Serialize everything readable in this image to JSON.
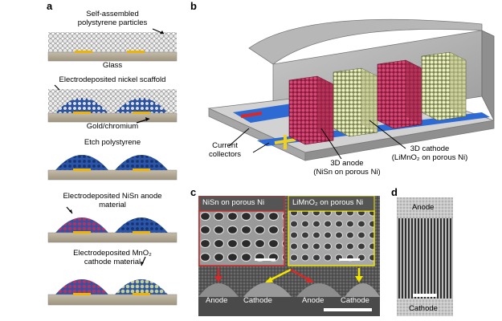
{
  "panels": {
    "a": {
      "label": "a",
      "steps": [
        {
          "text": "Self-assembled\npolystyrene particles"
        },
        {
          "text": "Glass"
        },
        {
          "text": "Electrodeposited nickel scaffold"
        },
        {
          "text": "Gold/chromium"
        },
        {
          "text": "Etch polystyrene"
        },
        {
          "text": "Electrodeposited NiSn anode\nmaterial"
        },
        {
          "text": "Electrodeposited MnO₂\ncathode material"
        }
      ]
    },
    "b": {
      "label": "b",
      "current_collectors": "Current\ncollectors",
      "anode": "3D anode\n(NiSn on porous Ni)",
      "cathode": "3D cathode\n(LiMnO₂ on porous Ni)"
    },
    "c": {
      "label": "c",
      "inset_left": "NiSn on porous Ni",
      "inset_right": "LiMnO₂ on porous Ni",
      "bottom_labels": [
        "Anode",
        "Cathode",
        "Anode",
        "Cathode"
      ]
    },
    "d": {
      "label": "d",
      "top": "Anode",
      "bottom": "Cathode"
    }
  },
  "colors": {
    "substrate": "#b3a895",
    "gold": "#f0b400",
    "nickel": "#2a55a8",
    "anode": "#b83060",
    "cathode": "#c9cf8a",
    "red_frame": "#d62a2a",
    "yellow_frame": "#f3e500"
  }
}
